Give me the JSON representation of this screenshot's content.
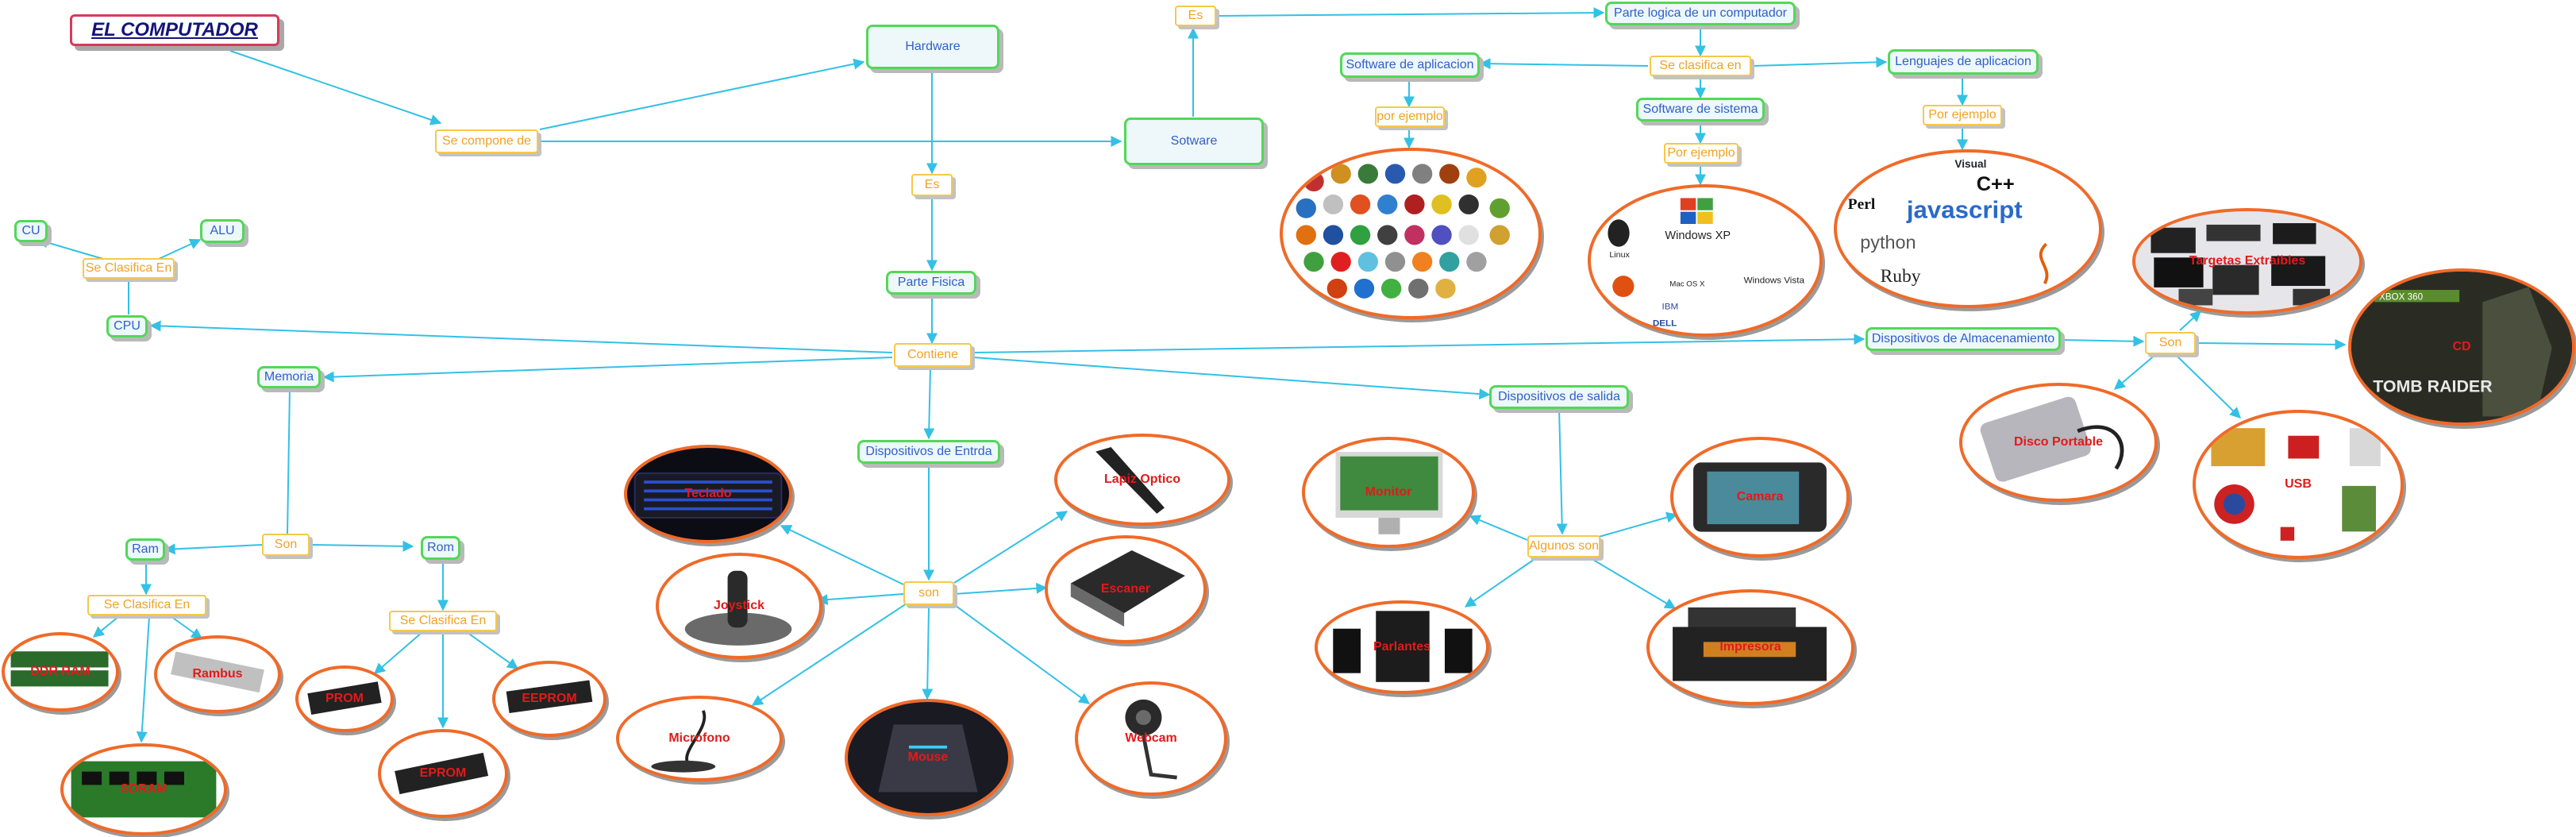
{
  "title": "EL COMPUTADOR",
  "concepts": {
    "hardware": "Hardware",
    "software": "Sotware",
    "parte_logica": "Parte logica de un computador",
    "software_aplicacion": "Software de aplicacion",
    "software_sistema": "Software de sistema",
    "lenguajes_aplicacion": "Lenguajes de aplicacion",
    "parte_fisica": "Parte Fisica",
    "cu": "CU",
    "alu": "ALU",
    "cpu": "CPU",
    "memoria": "Memoria",
    "ram": "Ram",
    "rom": "Rom",
    "dispositivos_entrada": "Dispositivos de Entrda",
    "dispositivos_salida": "Dispositivos de salida",
    "dispositivos_almacenamiento": "Dispositivos de Almacenamiento"
  },
  "links": {
    "se_compone_de": "Se compone de",
    "es_top": "Es",
    "es_mid": "Es",
    "se_clasifica_en_sw": "Se clasifica en",
    "por_ejemplo_app": "por ejemplo",
    "por_ejemplo_sys": "Por ejemplo",
    "por_ejemplo_lang": "Por ejemplo",
    "se_clasifica_en_cpu": "Se Clasifica En",
    "contiene": "Contiene",
    "son_mem": "Son",
    "se_clasifica_en_ram": "Se Clasifica En",
    "se_clasifica_en_rom": "Se Clasifica En",
    "son_in": "son",
    "algunos_son": "Algunos son",
    "son_storage": "Son"
  },
  "images": {
    "teclado": "Teclado",
    "joystick": "Joystick",
    "microfono": "Microfono",
    "mouse": "Mouse",
    "webcam": "Webcam",
    "escaner": "Escaner",
    "lapiz_optico": "Lapiz Optico",
    "monitor": "Monitor",
    "parlantes": "Parlantes",
    "camara": "Camara",
    "impresora": "Impresora",
    "ddr_ram": "DDR RAM",
    "rambus": "Rambus",
    "sdram": "SDRAM",
    "prom": "PROM",
    "eprom": "EPROM",
    "eeprom": "EEPROM",
    "disco_portable": "Disco Portable",
    "usb": "USB",
    "cd": "CD",
    "tarjetas_extraibles": "Targetas Extraibles",
    "apps_collage": "",
    "os_collage": "",
    "lang_collage": ""
  },
  "logo_text": {
    "lang_collage": [
      "C++",
      "javascript",
      "python",
      "Perl",
      "Ruby",
      "Visual"
    ],
    "os_collage": [
      "Windows XP",
      "Windows Vista",
      "Linux",
      "Mac OS X",
      "IBM",
      "DELL"
    ],
    "cd_cover": [
      "XBOX 360",
      "TOMB RAIDER"
    ]
  },
  "colors": {
    "edge": "#33c1e5",
    "concept_border": "#52d858",
    "concept_text": "#3060c8",
    "link_border": "#f6c84a",
    "link_text": "#f0a224",
    "oval_border": "#f06a28",
    "caption": "#e21a1a",
    "title_border": "#d63a5a",
    "title_text": "#14147a"
  }
}
